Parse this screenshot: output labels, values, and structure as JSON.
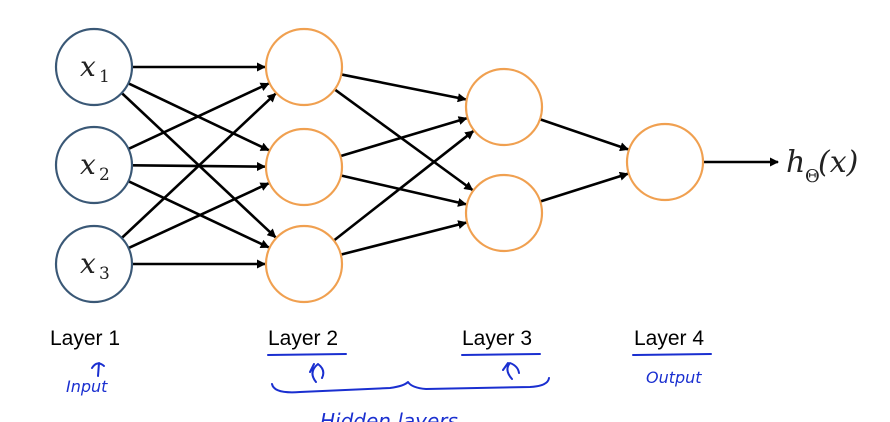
{
  "inputs": [
    {
      "var": "x",
      "sub": "1"
    },
    {
      "var": "x",
      "sub": "2"
    },
    {
      "var": "x",
      "sub": "3"
    }
  ],
  "output": {
    "fn": "h",
    "sub": "Θ",
    "arg": "(x)"
  },
  "layers": [
    "Layer 1",
    "Layer 2",
    "Layer 3",
    "Layer 4"
  ],
  "annotations": {
    "input": "Input",
    "output": "Output",
    "hidden": "Hidden layers"
  },
  "colors": {
    "input_node": "#3a5876",
    "hidden_node": "#f0a050",
    "edge": "#000000",
    "handwriting": "#1a2fd0"
  }
}
